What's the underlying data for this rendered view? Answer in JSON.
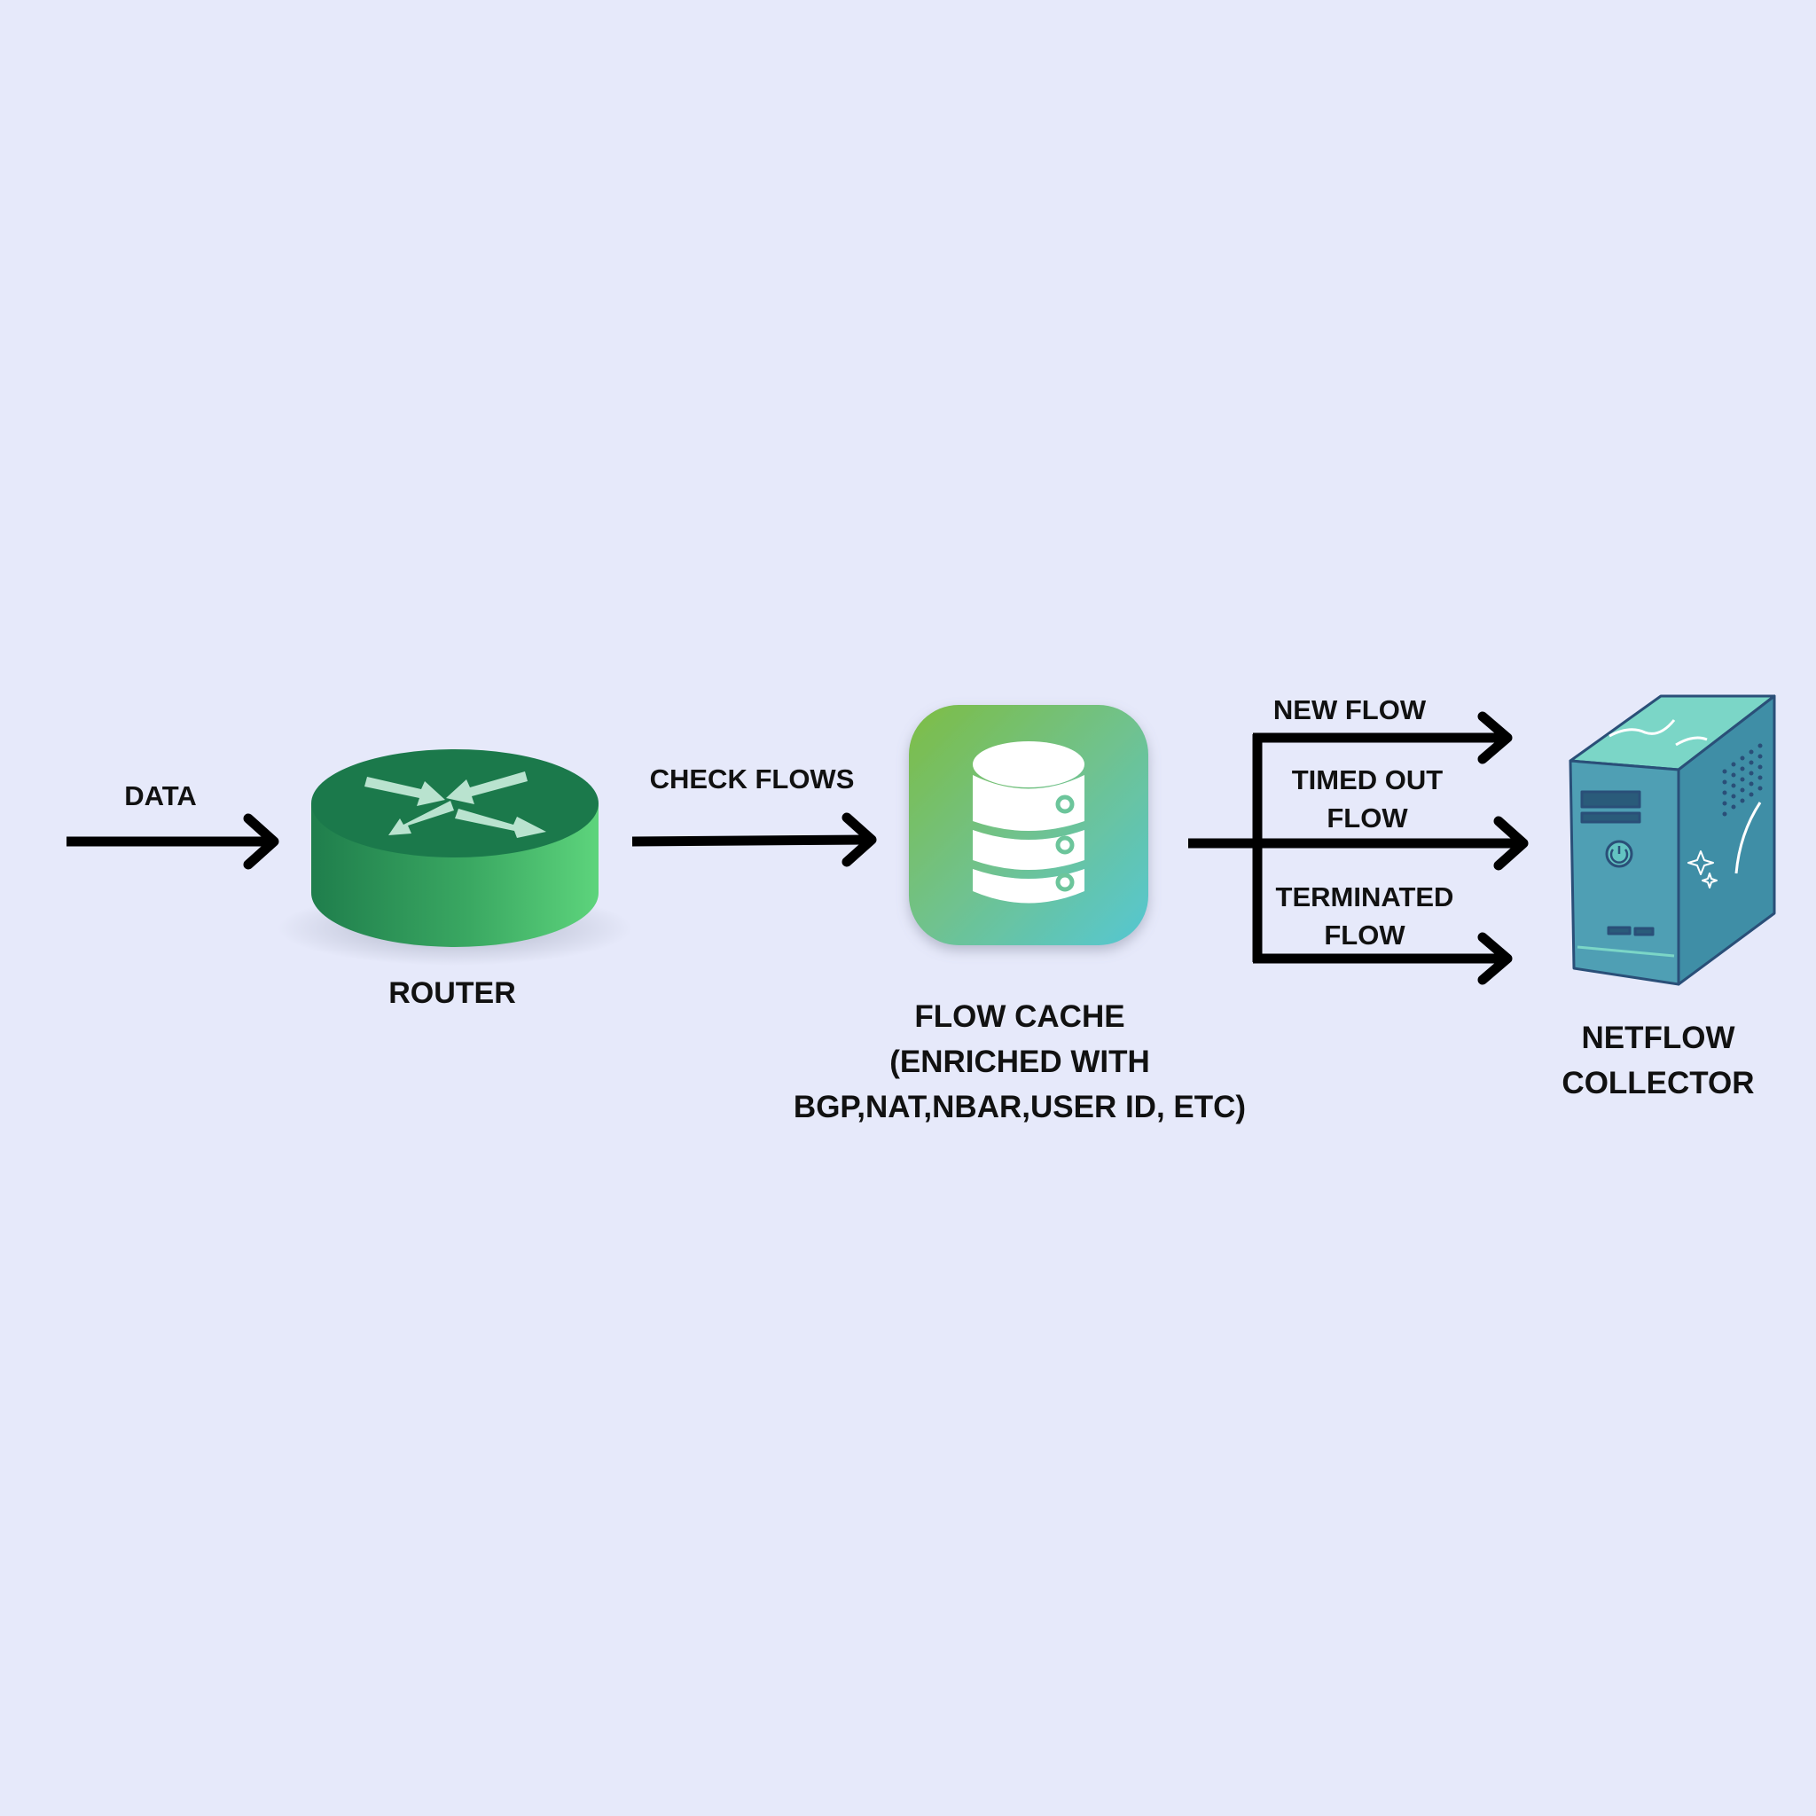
{
  "colors": {
    "background": "#e6e9fa",
    "arrow": "#000000",
    "router_top": "#1b7a4b",
    "router_side_dark": "#1f8a52",
    "router_side_light": "#5ad27a",
    "cache_gradient_start": "#7cbf45",
    "cache_gradient_end": "#58c8c9",
    "server_body": "#4d9fb4",
    "server_top": "#7dd8c9"
  },
  "icons": {
    "router": "router-icon",
    "flow_cache": "database-icon",
    "collector": "server-tower-icon"
  },
  "labels": {
    "data": "DATA",
    "check_flows": "CHECK FLOWS",
    "router": "ROUTER",
    "flow_cache": [
      "FLOW CACHE",
      "(ENRICHED WITH",
      "BGP,NAT,NBAR,USER ID, ETC)"
    ],
    "new_flow": "NEW FLOW",
    "timed_out_flow": [
      "TIMED OUT",
      "FLOW"
    ],
    "terminated_flow": [
      "TERMINATED",
      "FLOW"
    ],
    "netflow_collector": [
      "NETFLOW",
      "COLLECTOR"
    ]
  }
}
